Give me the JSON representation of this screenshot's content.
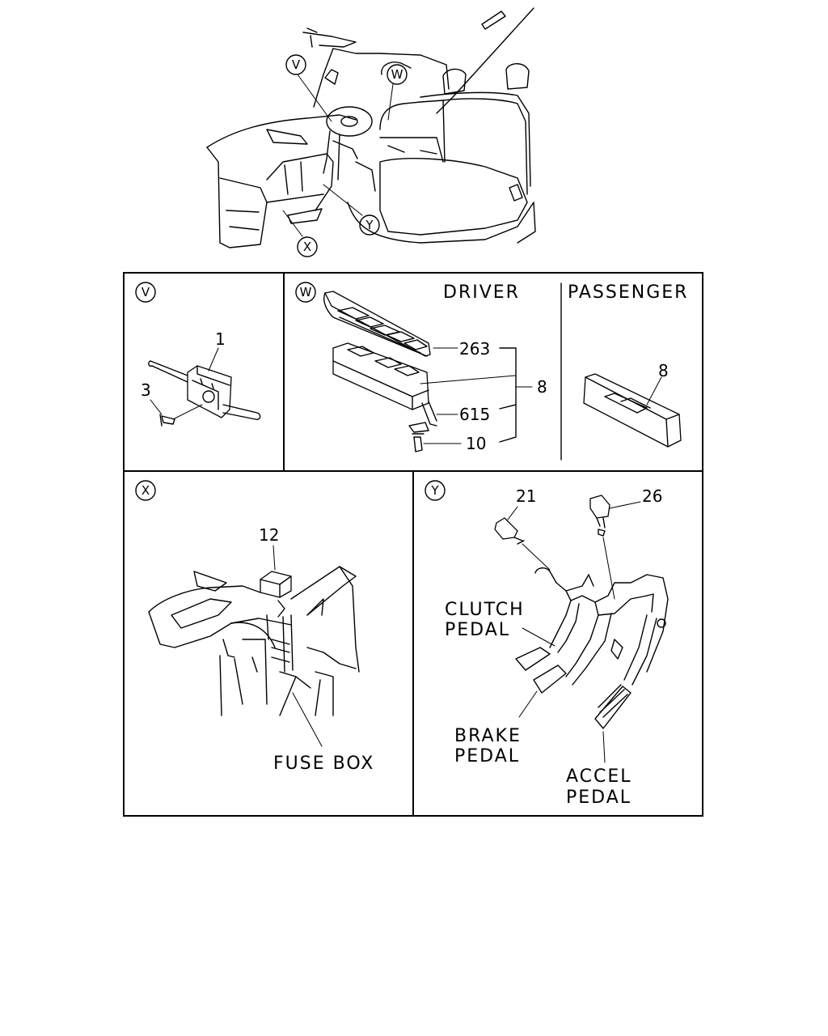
{
  "overview": {
    "callouts": [
      "V",
      "W",
      "X",
      "Y"
    ]
  },
  "panel_v": {
    "callout": "V",
    "parts": [
      "1",
      "3"
    ]
  },
  "panel_w": {
    "callout": "W",
    "driver_label": "DRIVER",
    "passenger_label": "PASSENGER",
    "driver_parts": [
      "263",
      "8",
      "615",
      "10"
    ],
    "passenger_part": "8"
  },
  "panel_x": {
    "callout": "X",
    "part": "12",
    "fuse_box_label": "FUSE BOX"
  },
  "panel_y": {
    "callout": "Y",
    "parts": [
      "21",
      "26"
    ],
    "clutch_label": [
      "CLUTCH",
      "PEDAL"
    ],
    "brake_label": [
      "BRAKE",
      "PEDAL"
    ],
    "accel_label": [
      "ACCEL",
      "PEDAL"
    ]
  }
}
